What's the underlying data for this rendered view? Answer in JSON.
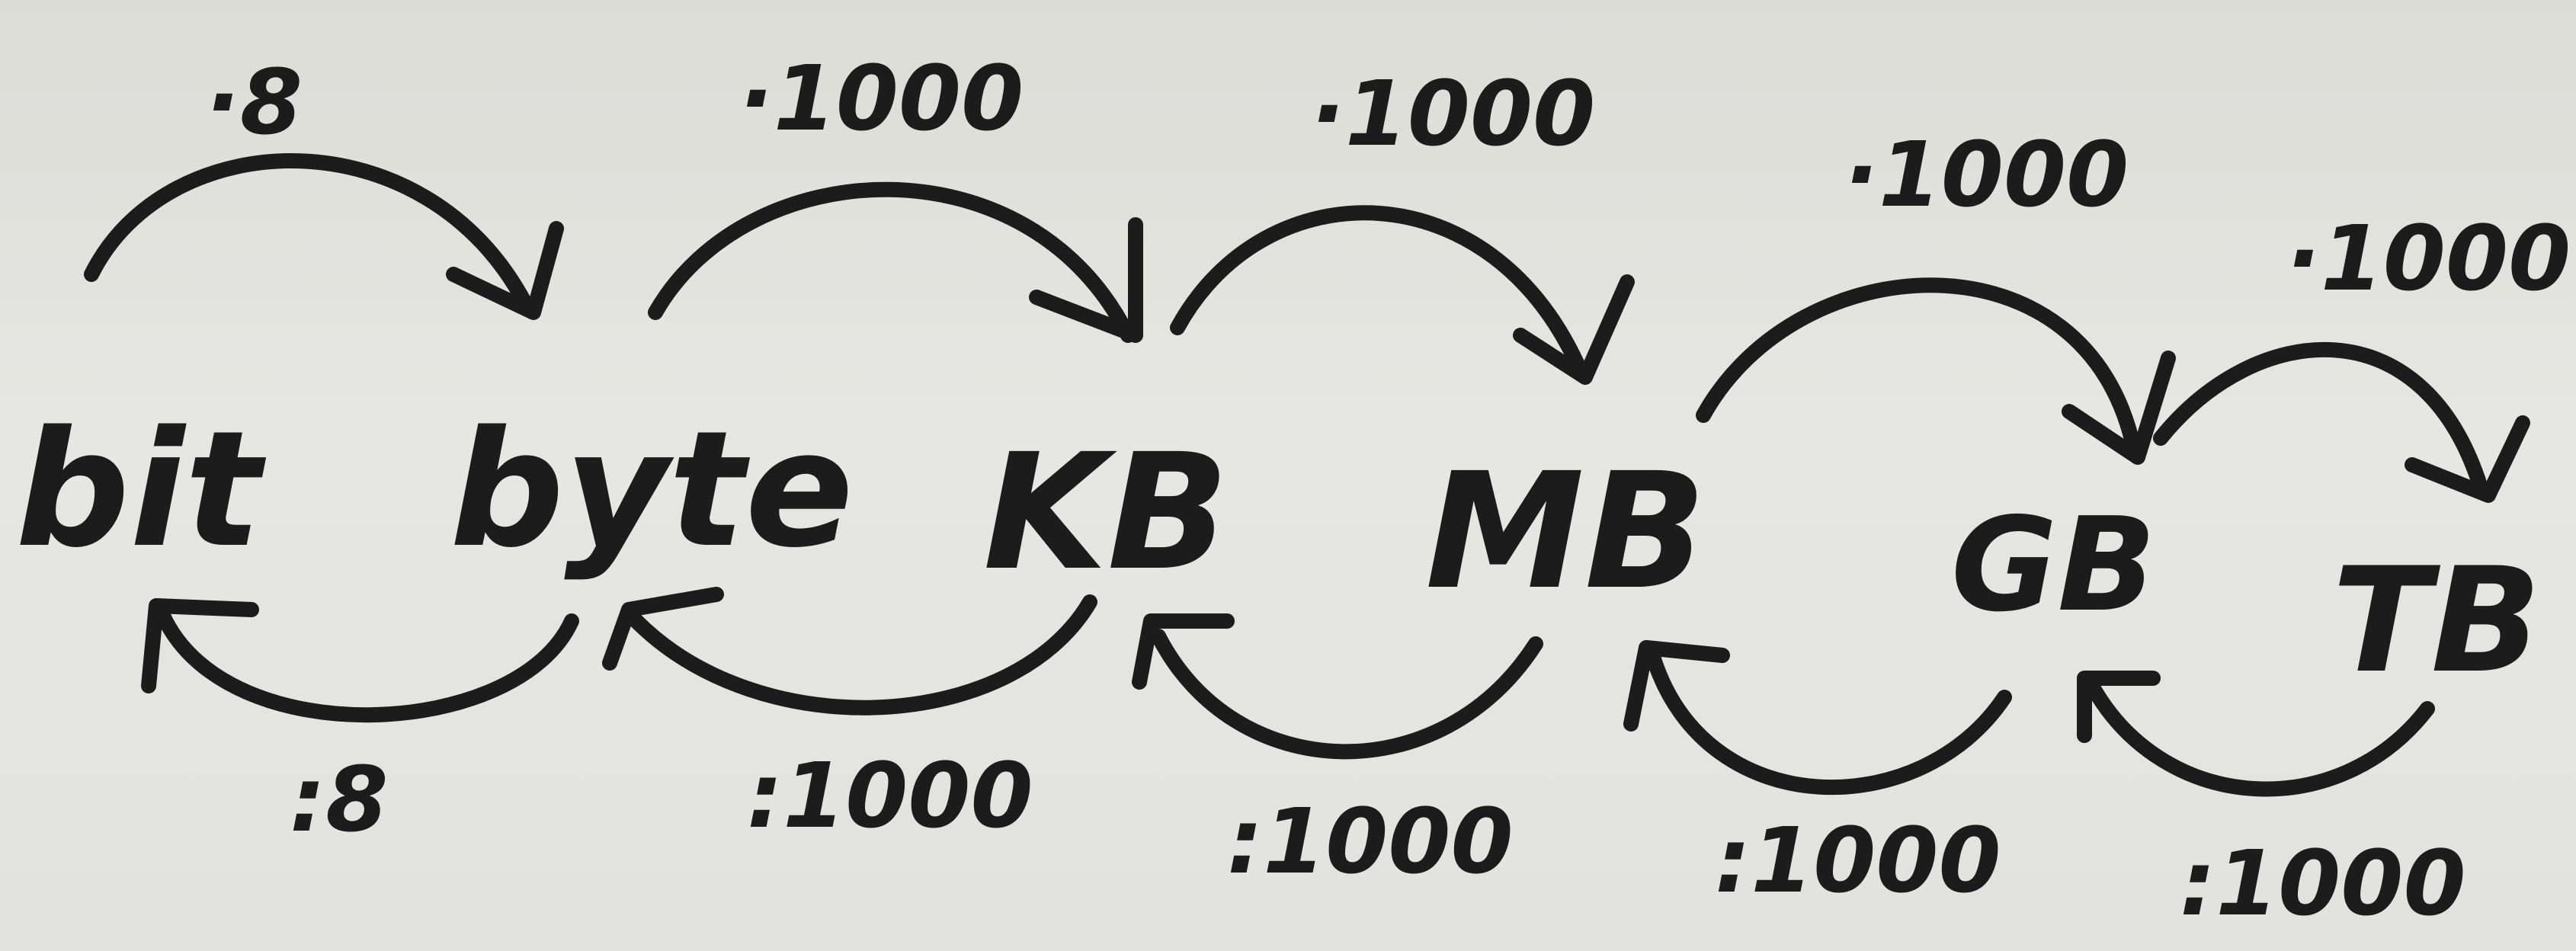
{
  "units": [
    "bit",
    "byte",
    "KB",
    "MB",
    "GB",
    "TB"
  ],
  "multiply_factors": [
    "·8",
    "·1000",
    "·1000",
    "·1000",
    "·1000"
  ],
  "divide_factors": [
    ":8",
    ":1000",
    ":1000",
    ":1000",
    ":1000"
  ],
  "colors": {
    "board": "#e2e2de",
    "ink": "#1c1c1c"
  }
}
